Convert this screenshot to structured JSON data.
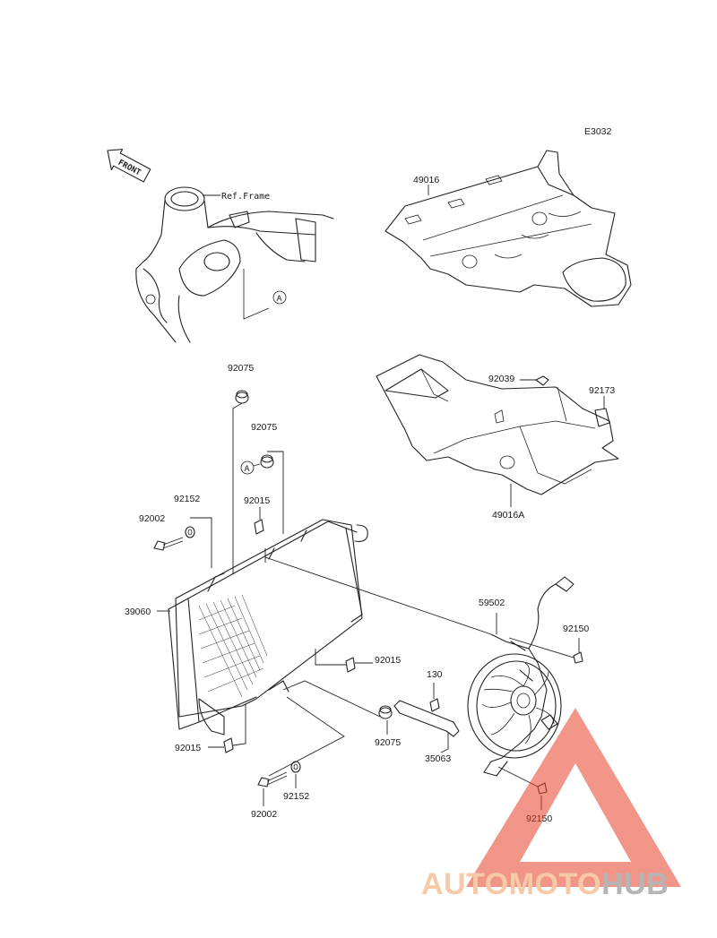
{
  "diagram_code": "E3032",
  "front_label": "FRONT",
  "ref_frame_label": "Ref.Frame",
  "callout_a": "A",
  "parts": {
    "cover_upper": "49016",
    "cover_lower": "49016A",
    "clip": "92039",
    "nut_clip": "92173",
    "grommet_top": "92075",
    "grommet_mid": "92075",
    "grommet_bottom": "92075",
    "washer_left": "92152",
    "washer_bottom": "92152",
    "bolt_left": "92002",
    "bolt_bottom": "92002",
    "nut_top": "92015",
    "nut_right": "92015",
    "nut_bottom": "92015",
    "radiator": "39060",
    "fan": "59502",
    "bolt_fan_upper": "92150",
    "bolt_fan_lower": "92150",
    "bolt_130": "130",
    "stay": "35063"
  },
  "watermark": {
    "part1": "AUTOMOTO",
    "part2": "HUB",
    "color1": "#f0a060",
    "color2": "#7a7a7a",
    "logo_color": "#e8402a"
  }
}
